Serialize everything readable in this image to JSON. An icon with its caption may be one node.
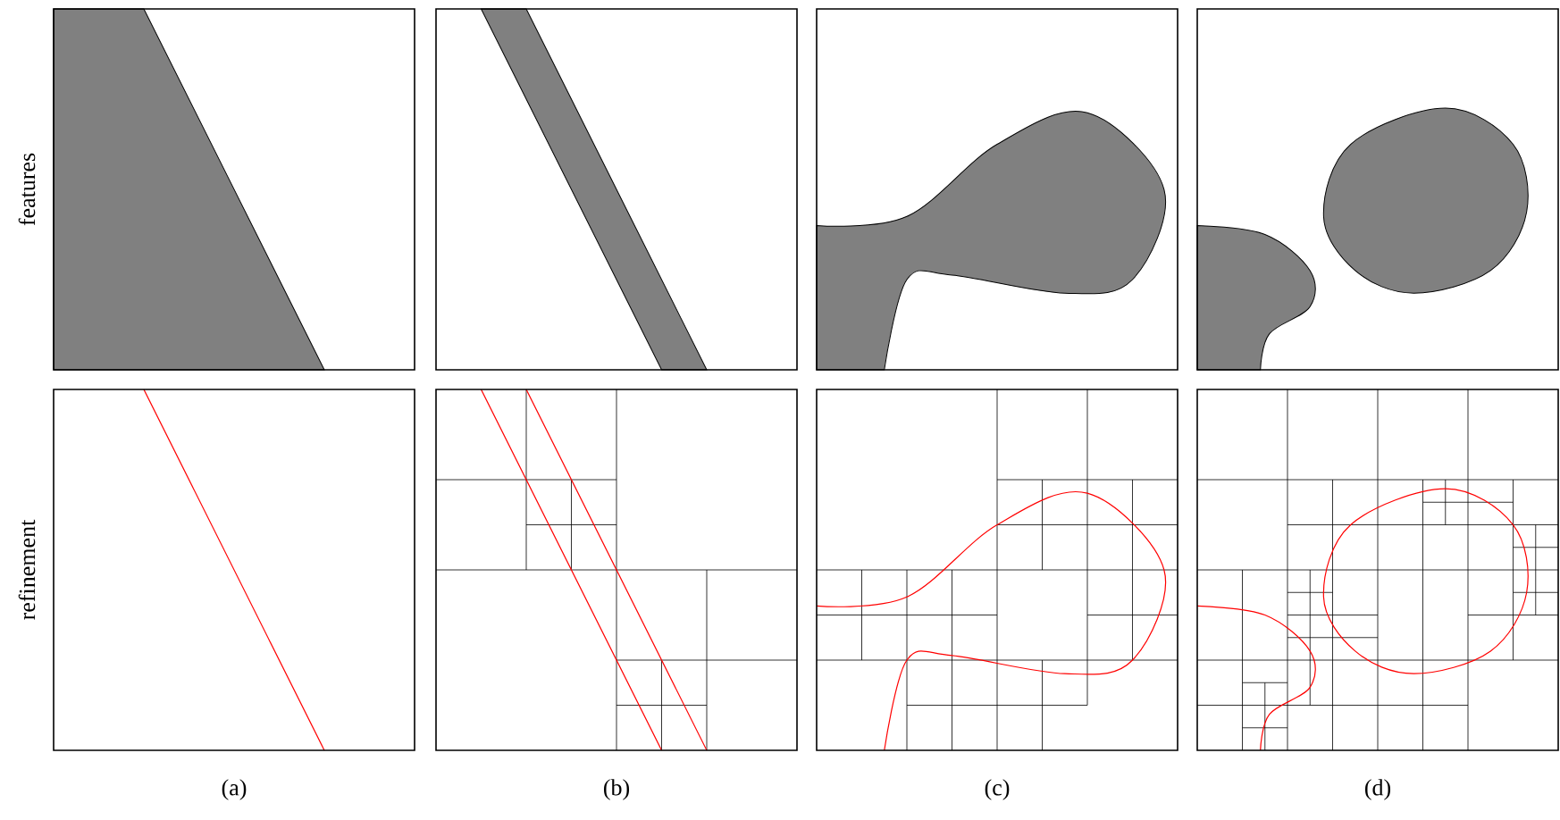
{
  "diagram": {
    "labels": [
      "features",
      "refinement",
      "(a)",
      "(b)",
      "(c)",
      "(d)"
    ]
  }
}
